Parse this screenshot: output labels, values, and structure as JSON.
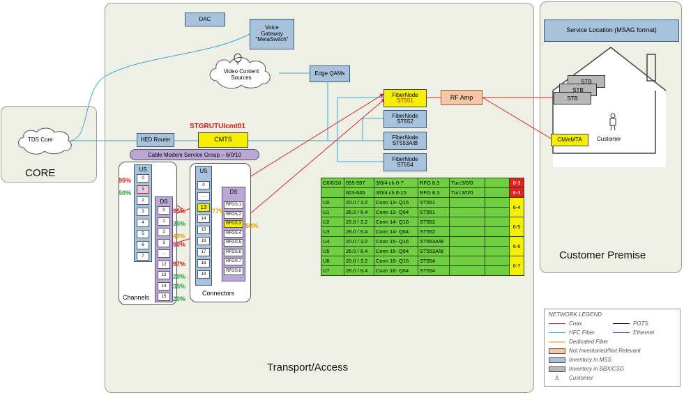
{
  "zones": {
    "core": "CORE",
    "transport": "Transport/Access",
    "premise": "Customer Premise"
  },
  "nodes": {
    "dac": "DAC",
    "voice_gateway": [
      "Voice",
      "Gateway",
      "\"MetaSwitch\""
    ],
    "video_content": [
      "Video Content",
      "Sources"
    ],
    "edge_qams": "Edge QAMs",
    "tds_core": "TDS Core",
    "hed_router": "HED Router",
    "cmts": "CMTS",
    "cmts_name": "STGRUTUIcmt01",
    "service_group": "Cable Modem Service Group – 6/0/10",
    "fibernodes": [
      {
        "label": "FiberNode",
        "id": "ST551"
      },
      {
        "label": "FiberNode",
        "id": "ST552"
      },
      {
        "label": "FiberNode",
        "id": "ST553A/B"
      },
      {
        "label": "FiberNode",
        "id": "ST554"
      }
    ],
    "rf_amp": "RF Amp",
    "service_location": "Service Location (MSAG format)",
    "stb": [
      "STB",
      "STB",
      "STB"
    ],
    "customer": "Customer",
    "cm_emta": "CM/eMTA"
  },
  "channels": {
    "title": "Channels",
    "us_title": "US",
    "us": [
      "0",
      "1",
      "2",
      "3",
      "4",
      "5",
      "6",
      "7"
    ],
    "ds_title": "DS",
    "ds": [
      "0",
      "1",
      "2",
      "3",
      "…",
      "12",
      "13",
      "14",
      "15"
    ],
    "us_pct": [
      "95%",
      "50%"
    ],
    "ds_pct": [
      "95%",
      "35%",
      "40%",
      "90%",
      "97%",
      "20%",
      "35%",
      "20%"
    ]
  },
  "connectors": {
    "title": "Connectors",
    "us_title": "US",
    "us": [
      "0",
      "…",
      "13",
      "14",
      "15",
      "16",
      "17",
      "18",
      "19"
    ],
    "ds_title": "DS",
    "ds": [
      "RFGS.1",
      "RFGS.2",
      "RFGS.3",
      "RFGS.4",
      "RFGS.5",
      "RFGS.6",
      "RFGS.7",
      "RFGS.8"
    ],
    "us_pct": "77%",
    "ds_pct": "58%"
  },
  "table": {
    "rows": [
      [
        "C6/0/10",
        "555-597",
        "3/0/4 ch 0-7",
        "RFG 8.3",
        "Tun:3/0/0"
      ],
      [
        "",
        "603-645",
        "3/0/4 ch 8-15",
        "RFG 8.3",
        "Tun:3/0/0"
      ],
      [
        "U0",
        "20.0 / 3.2",
        "Conn 13- Q16",
        "ST551",
        ""
      ],
      [
        "U1",
        "26.0 / 6.4",
        "Conn 13- Q64",
        "ST551",
        ""
      ],
      [
        "U2",
        "20.0 / 3.2",
        "Conn 14- Q16",
        "ST552",
        ""
      ],
      [
        "U3",
        "26.0 / 6.4",
        "Conn 14- Q64",
        "ST552",
        ""
      ],
      [
        "U4",
        "20.0 / 3.2",
        "Conn 15- Q16",
        "ST553A/B",
        ""
      ],
      [
        "U5",
        "26.0 / 6.4",
        "Conn 15- Q64",
        "ST553A/B",
        ""
      ],
      [
        "U6",
        "20.0 / 3.2",
        "Conn 16- Q16",
        "ST554",
        ""
      ],
      [
        "U7",
        "26.0 / 6.4",
        "Conn 16- Q64",
        "ST554",
        ""
      ]
    ],
    "tags": [
      "8-3",
      "8-3",
      "6-4",
      "6-5",
      "6-6",
      "6-7"
    ]
  },
  "legend": {
    "title": "NETWORK LEGEND",
    "coax": "Coax",
    "pots": "POTS",
    "hfc_fiber": "HFC Fiber",
    "ethernet": "Ethernet",
    "dedicated_fiber": "Dedicated Fiber",
    "not_inventoried": "Not Inventoried/Not Relevant",
    "inventory_mss": "Inventory in MSS",
    "inventory_bbx": "Inventory in BBX/CSG",
    "customer": "Customer"
  },
  "colors": {
    "coax": "#e02020",
    "hfc_fiber": "#3aa8d8",
    "dedicated_fiber": "#f5c38e",
    "ethernet": "#7a2a9a",
    "pots": "#000000",
    "not_inventoried": "#f6c7a4",
    "inventory_mss": "#a9c2dc",
    "inventory_bbx": "#b8b8b8"
  }
}
